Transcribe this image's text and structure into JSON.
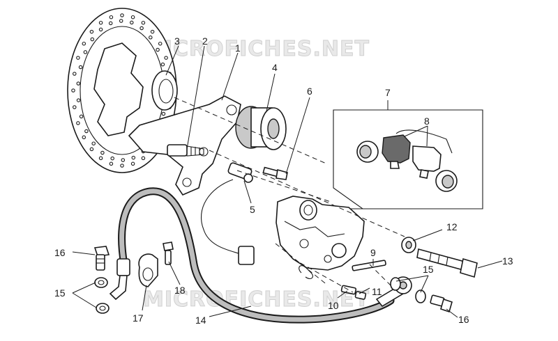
{
  "watermark": "MICROFICHES.NET",
  "callouts": {
    "c1": "1",
    "c2": "2",
    "c3": "3",
    "c4": "4",
    "c5": "5",
    "c6": "6",
    "c7": "7",
    "c8": "8",
    "c9": "9",
    "c10": "10",
    "c11": "11",
    "c12": "12",
    "c13": "13",
    "c14": "14",
    "c15a": "15",
    "c15b": "15",
    "c16a": "16",
    "c16b": "16",
    "c17": "17",
    "c18": "18"
  }
}
